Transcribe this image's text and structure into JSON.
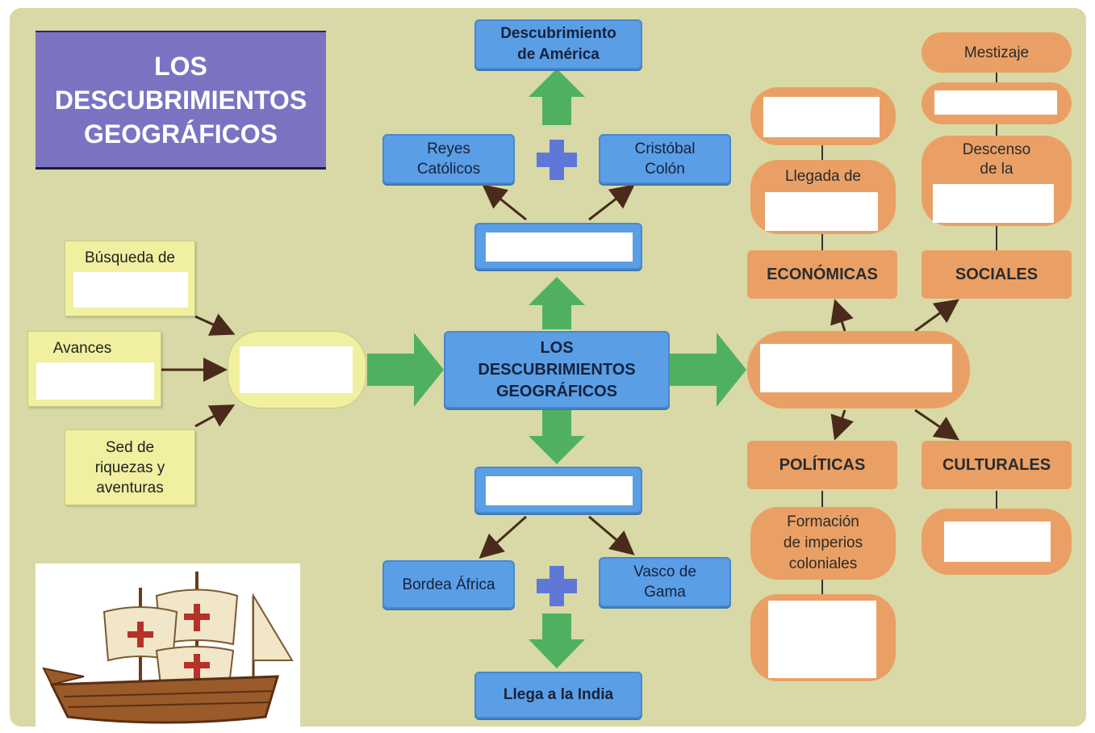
{
  "title": "LOS\nDESCUBRIMIENTOS\nGEOGRÁFICOS",
  "center": "LOS\nDESCUBRIMIENTOS\nGEOGRÁFICOS",
  "top_result": "Descubrimiento\nde América",
  "reyes": "Reyes\nCatólicos",
  "colon": "Cristóbal\nColón",
  "bordea": "Bordea África",
  "vasco": "Vasco de\nGama",
  "india": "Llega a la India",
  "busqueda": "Búsqueda de",
  "avances": "Avances",
  "sed": "Sed de\nriquezas y\naventuras",
  "llegada": "Llegada de",
  "economicas": "ECONÓMICAS",
  "sociales": "SOCIALES",
  "mestizaje": "Mestizaje",
  "descenso": "Descenso\nde la",
  "politicas": "POLÍTICAS",
  "culturales": "CULTURALES",
  "formacion": "Formación\nde imperios\ncoloniales",
  "plus": "+",
  "colors": {
    "background": "#d8d9a6",
    "blue": "#5a9ee6",
    "orange": "#eaa065",
    "yellow": "#f0f0a0",
    "green_arrow": "#4fb160",
    "purple": "#7b73c2",
    "plus": "#5f78d8"
  },
  "illustration": "ship-illustration"
}
